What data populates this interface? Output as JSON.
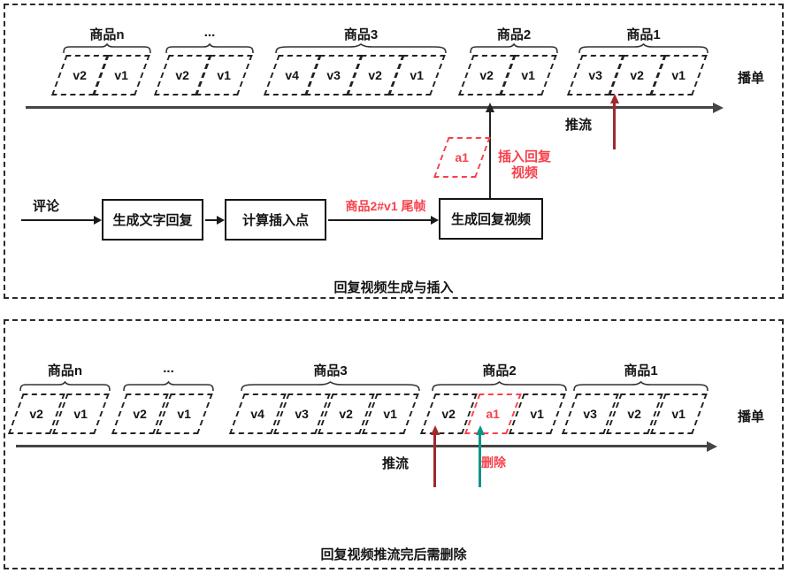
{
  "panels": [
    {
      "caption": "回复视频生成与插入",
      "playlist_label": "播单",
      "push_label": "推流",
      "groups": [
        {
          "label": "商品n",
          "videos": [
            {
              "label": "v2"
            },
            {
              "label": "v1"
            }
          ]
        },
        {
          "label": "...",
          "videos": [
            {
              "label": "v2"
            },
            {
              "label": "v1"
            }
          ]
        },
        {
          "label": "商品3",
          "videos": [
            {
              "label": "v4"
            },
            {
              "label": "v3"
            },
            {
              "label": "v2"
            },
            {
              "label": "v1"
            }
          ]
        },
        {
          "label": "商品2",
          "videos": [
            {
              "label": "v2"
            },
            {
              "label": "v1"
            }
          ]
        },
        {
          "label": "商品1",
          "videos": [
            {
              "label": "v3"
            },
            {
              "label": "v2"
            },
            {
              "label": "v1"
            }
          ]
        }
      ]
    },
    {
      "caption": "回复视频推流完后需删除",
      "playlist_label": "播单",
      "push_label": "推流",
      "delete_label": "删除",
      "groups": [
        {
          "label": "商品n",
          "videos": [
            {
              "label": "v2"
            },
            {
              "label": "v1"
            }
          ]
        },
        {
          "label": "...",
          "videos": [
            {
              "label": "v2"
            },
            {
              "label": "v1"
            }
          ]
        },
        {
          "label": "商品3",
          "videos": [
            {
              "label": "v4"
            },
            {
              "label": "v3"
            },
            {
              "label": "v2"
            },
            {
              "label": "v1"
            }
          ]
        },
        {
          "label": "商品2",
          "videos": [
            {
              "label": "v2"
            },
            {
              "label": "a1",
              "highlight": true
            },
            {
              "label": "v1"
            }
          ]
        },
        {
          "label": "商品1",
          "videos": [
            {
              "label": "v3"
            },
            {
              "label": "v2"
            },
            {
              "label": "v1"
            }
          ]
        }
      ]
    }
  ],
  "flow": {
    "input_label": "评论",
    "steps": [
      "生成文字回复",
      "计算插入点",
      "生成回复视频"
    ],
    "edge_label": "商品2#v1 尾帧",
    "insert_note": "插入回复视频",
    "inserted_clip": "a1"
  },
  "colors": {
    "red": "#f7414b",
    "dark_red": "#a2282a",
    "teal": "#0d9488",
    "line": "#454545",
    "ink": "#1a1a1a"
  }
}
